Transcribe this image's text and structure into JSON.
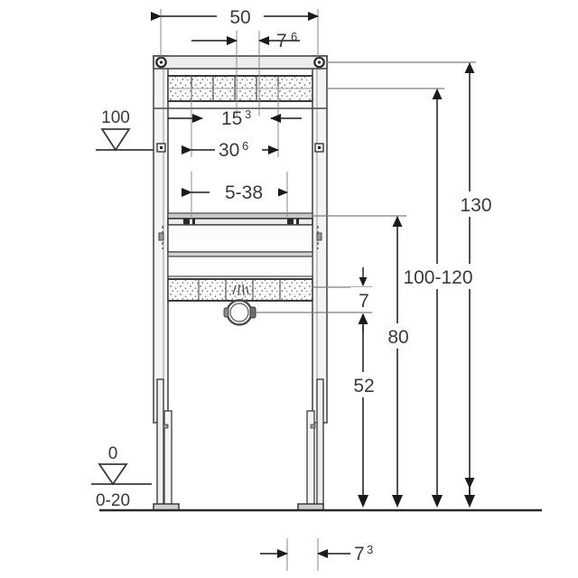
{
  "drawing": {
    "title": "Sanitary installation frame dimensional drawing",
    "units": "cm",
    "line_color": "#4a4a4a",
    "text_color": "#3a3a3a",
    "fill_light": "#f2f2f2",
    "fill_mid": "#d8d8d8",
    "fill_dark": "#8f8f8f",
    "background": "#ffffff"
  },
  "dimensions": {
    "width_overall": {
      "label": "50",
      "sup": "",
      "orientation": "horizontal"
    },
    "offset_right": {
      "label": "7",
      "sup": "6",
      "orientation": "horizontal"
    },
    "inner_upper": {
      "label": "15",
      "sup": "3",
      "orientation": "horizontal"
    },
    "inner_mid": {
      "label": "30",
      "sup": "6",
      "orientation": "horizontal"
    },
    "range_lower": {
      "label": "5-38",
      "sup": "",
      "orientation": "horizontal"
    },
    "height_total": {
      "label": "130",
      "sup": "",
      "orientation": "vertical"
    },
    "height_range": {
      "label": "100-120",
      "sup": "",
      "orientation": "vertical"
    },
    "height_80": {
      "label": "80",
      "sup": "",
      "orientation": "vertical"
    },
    "height_52": {
      "label": "52",
      "sup": "",
      "orientation": "vertical"
    },
    "gap_7": {
      "label": "7",
      "sup": "",
      "orientation": "vertical"
    },
    "foot_offset": {
      "label": "7",
      "sup": "3",
      "orientation": "horizontal"
    }
  },
  "levels": {
    "upper_marker": {
      "label": "100",
      "symbol": "level-triangle"
    },
    "lower_marker": {
      "label": "0",
      "symbol": "level-triangle"
    },
    "floor_tolerance": {
      "label": "0-20"
    }
  }
}
